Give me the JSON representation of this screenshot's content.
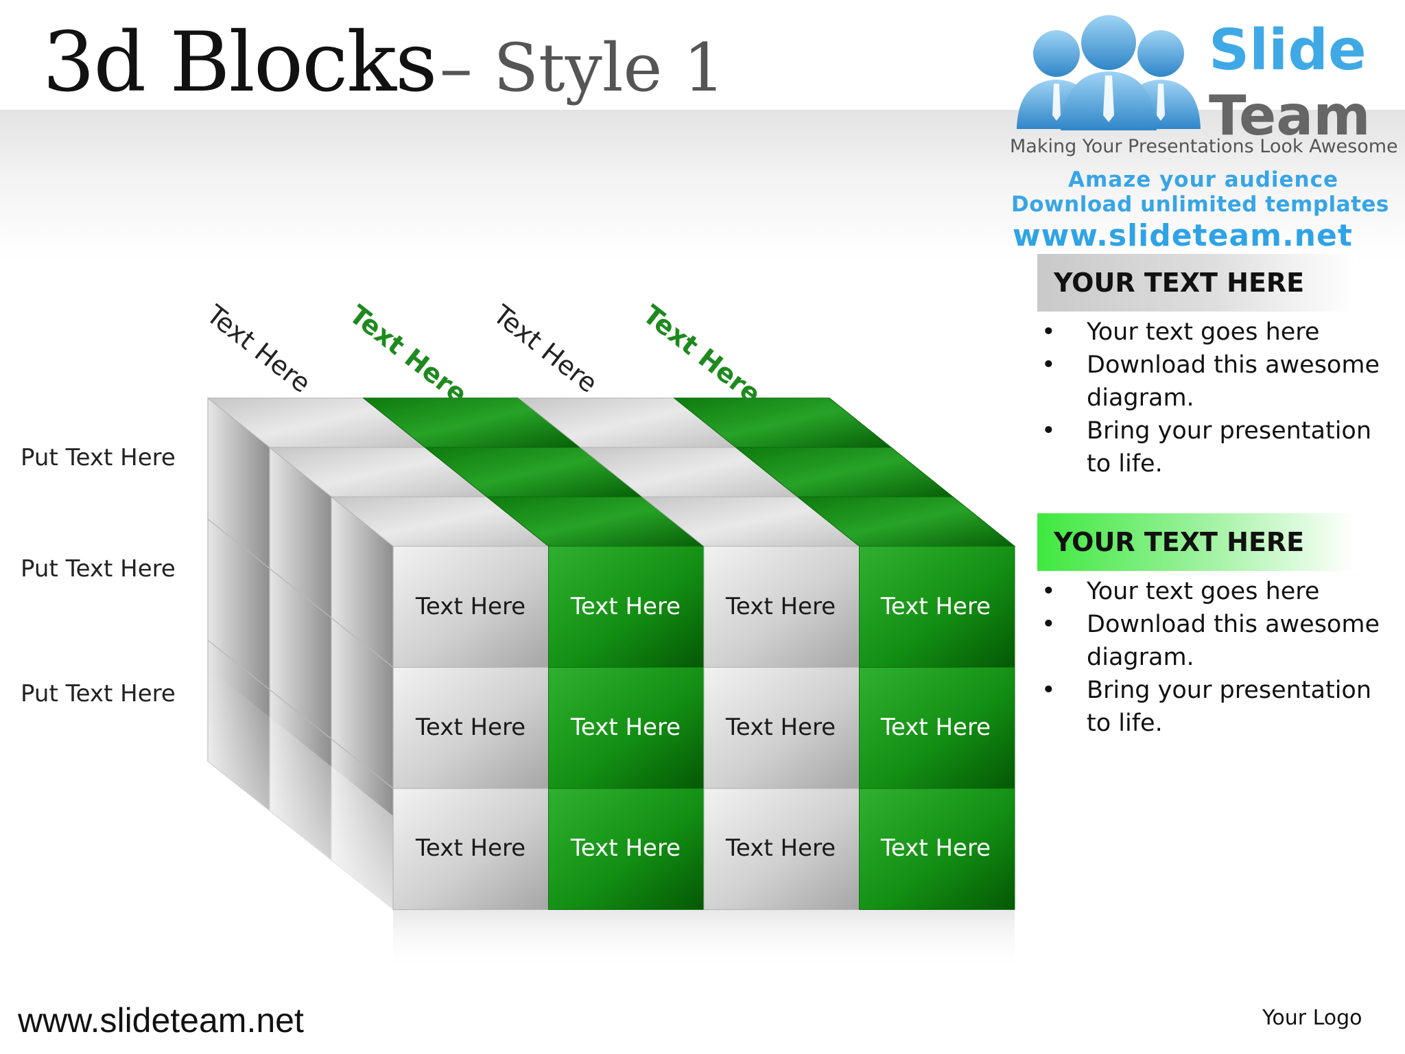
{
  "title": {
    "main": "3d Blocks",
    "sub": "– Style 1"
  },
  "logo": {
    "name1": "Slide",
    "name2": "Team",
    "tagline": "Making Your Presentations Look Awesome",
    "promo1": "Amaze your audience",
    "promo2": "Download unlimited templates",
    "promo3": "www.slideteam.net"
  },
  "columns": [
    "Text Here",
    "Text Here",
    "Text Here",
    "Text Here"
  ],
  "row_labels": [
    "Put Text Here",
    "Put Text Here",
    "Put Text Here"
  ],
  "cells": [
    [
      "Text Here",
      "Text Here",
      "Text Here",
      "Text Here"
    ],
    [
      "Text Here",
      "Text Here",
      "Text Here",
      "Text Here"
    ],
    [
      "Text Here",
      "Text Here",
      "Text Here",
      "Text Here"
    ]
  ],
  "panels": [
    {
      "heading": "YOUR TEXT HERE",
      "bullets": [
        "Your text goes here",
        "Download this awesome diagram.",
        "Bring your presentation to life."
      ]
    },
    {
      "heading": "YOUR TEXT HERE",
      "bullets": [
        "Your text goes here",
        "Download this awesome diagram.",
        "Bring your presentation to life."
      ]
    }
  ],
  "footer": {
    "url": "www.slideteam.net",
    "logo": "Your Logo"
  },
  "colors": {
    "green": "#1f9a1f",
    "gray": "#c8c8c8",
    "logo_blue": "#3fa9e6"
  }
}
